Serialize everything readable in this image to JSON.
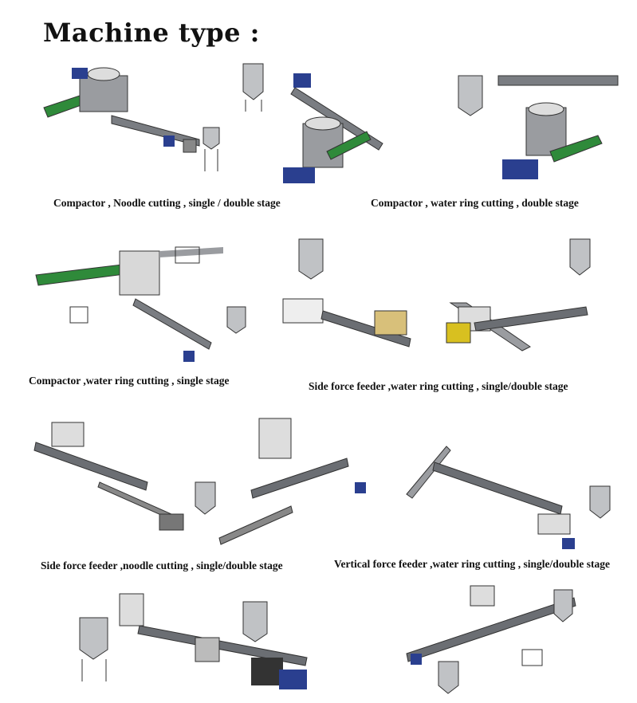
{
  "title": "Machine type :",
  "machines": [
    {
      "caption": "Compactor , Noodle cutting , single / double stage"
    },
    {
      "caption": "Compactor , water ring cutting , double stage"
    },
    {
      "caption": "Compactor ,water ring cutting , single stage"
    },
    {
      "caption": "Side force feeder ,water ring cutting , single/double stage"
    },
    {
      "caption": "Side force feeder ,noodle cutting , single/double stage"
    },
    {
      "caption": "Vertical force feeder ,water ring cutting , single/double stage"
    }
  ],
  "colors": {
    "frame": "#6b6e73",
    "motor": "#2a3f8f",
    "conveyor": "#2f8a3a",
    "silo": "#b9bcc0"
  }
}
